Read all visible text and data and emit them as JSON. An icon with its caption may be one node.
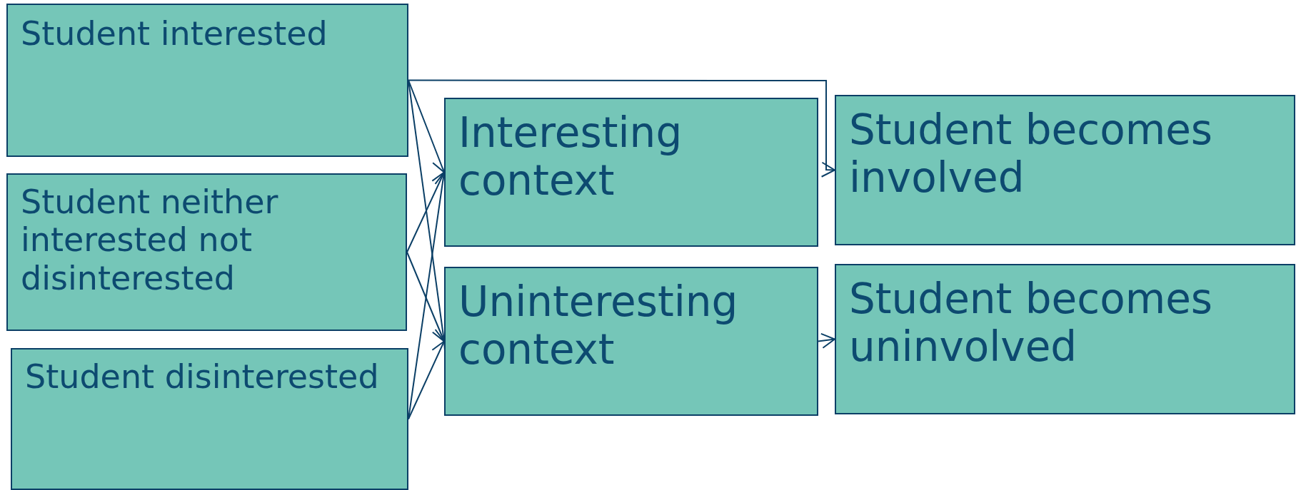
{
  "diagram": {
    "nodes": [
      {
        "text": [
          "Student interested"
        ]
      },
      {
        "text": [
          "Student neither interested not disinterested"
        ]
      },
      {
        "text": [
          "Student disinterested"
        ]
      },
      {
        "text": [
          "Interesting context"
        ]
      },
      {
        "text": [
          "Uninteresting context"
        ]
      },
      {
        "text": [
          "Student becomes involved"
        ]
      },
      {
        "text": [
          "Student becomes uninvolved"
        ]
      }
    ],
    "edges": [
      {
        "from": 0,
        "to": 3,
        "arrow": "to"
      },
      {
        "from": 0,
        "to": 4,
        "arrow": "to"
      },
      {
        "from": 0,
        "to": 5,
        "arrow": "to"
      },
      {
        "from": 1,
        "to": 3,
        "arrow": "to"
      },
      {
        "from": 1,
        "to": 4,
        "arrow": "to"
      },
      {
        "from": 2,
        "to": 3,
        "arrow": "to"
      },
      {
        "from": 2,
        "to": 4,
        "arrow": "to"
      },
      {
        "from": 4,
        "to": 6,
        "arrow": "to"
      }
    ]
  }
}
